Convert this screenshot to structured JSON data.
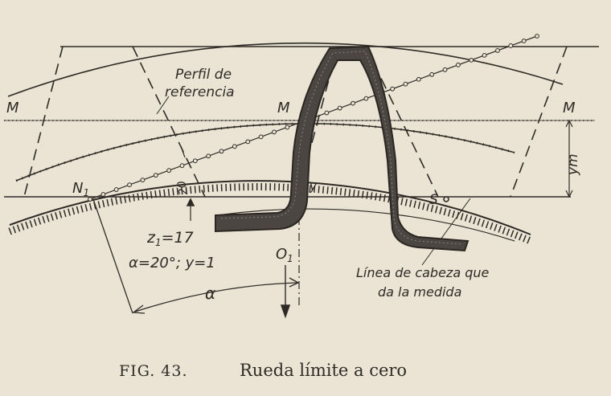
{
  "figure": {
    "labels": {
      "perfil_line1": "Perfil de",
      "perfil_line2": "referencia",
      "m_left": "M",
      "m_center": "M",
      "m_right": "M",
      "ym": "ym",
      "n1": "N",
      "n1_sub": "1",
      "s": "S",
      "angle_20": "20",
      "y_small": "y",
      "z1": "z",
      "z1_sub": "1",
      "z1_value": "=17",
      "params": "α=20°; y=1",
      "o1": "O",
      "o1_sub": "1",
      "alpha": "α",
      "linea_line1": "Línea de cabeza que",
      "linea_line2": "da la medida"
    },
    "caption": {
      "number": "FIG. 43.",
      "title": "Rueda límite a cero"
    }
  }
}
